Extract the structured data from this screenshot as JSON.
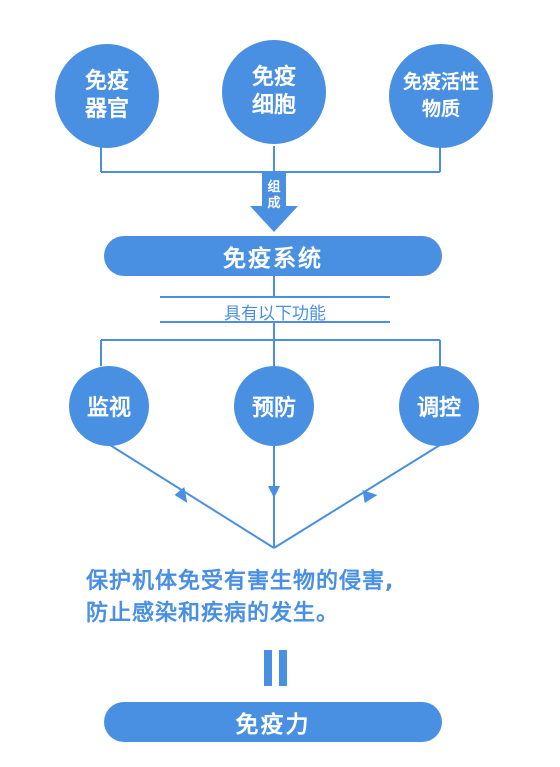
{
  "top_nodes": [
    {
      "line1": "免疫",
      "line2": "器官"
    },
    {
      "line1": "免疫",
      "line2": "细胞"
    },
    {
      "line1": "免疫活性",
      "line2": "物质"
    }
  ],
  "compose_label": {
    "line1": "组",
    "line2": "成"
  },
  "system_label": "免疫系统",
  "function_label": "具有以下功能",
  "function_nodes": [
    "监视",
    "预防",
    "调控"
  ],
  "conclusion": {
    "line1": "保护机体免受有害生物的侵害,",
    "line2": "防止感染和疾病的发生。"
  },
  "equals_symbol": "||",
  "result_label": "免疫力",
  "colors": {
    "accent": "#4a90e2"
  }
}
